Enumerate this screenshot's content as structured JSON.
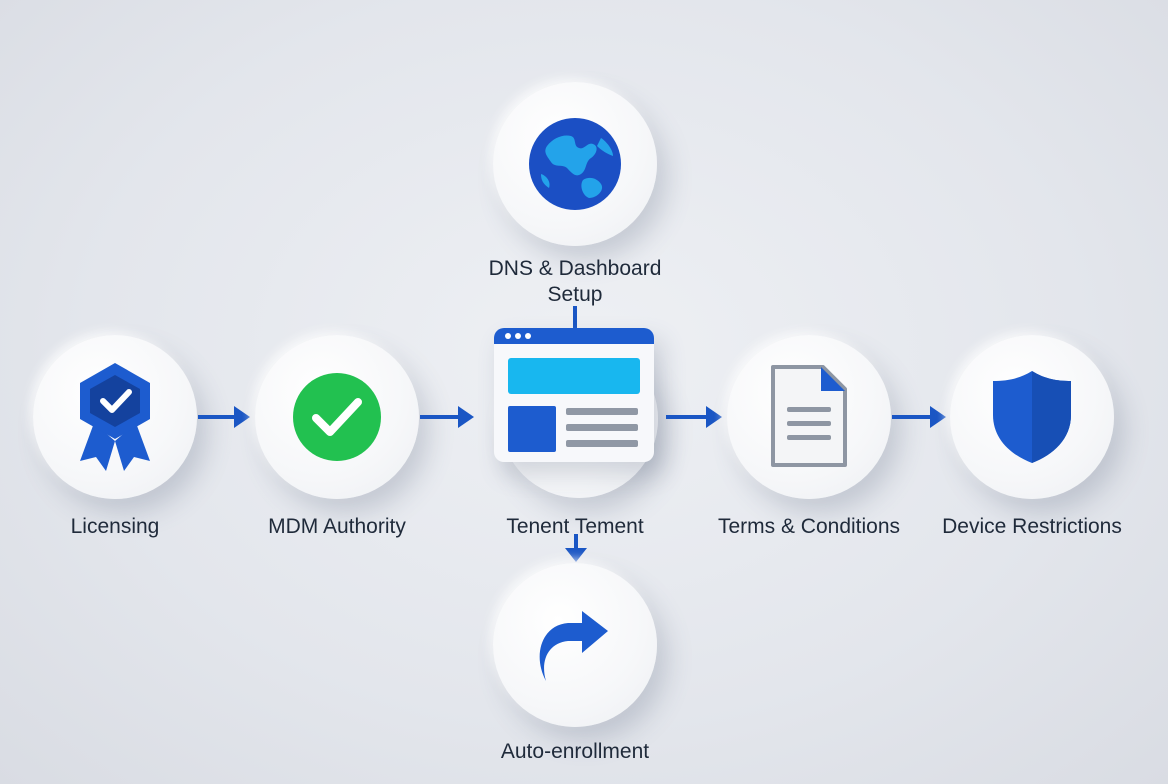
{
  "diagram": {
    "nodes": {
      "dns": {
        "label_line1": "DNS & Dashboard",
        "label_line2": "Setup",
        "icon": "globe-icon"
      },
      "licensing": {
        "label": "Licensing",
        "icon": "badge-check-icon"
      },
      "mdm": {
        "label": "MDM Authority",
        "icon": "checkmark-circle-icon"
      },
      "tenant": {
        "label": "Tenent Tement",
        "icon": "browser-window-icon"
      },
      "terms": {
        "label": "Terms & Conditions",
        "icon": "document-icon"
      },
      "device": {
        "label": "Device Restrictions",
        "icon": "shield-icon"
      },
      "auto": {
        "label": "Auto-enrollment",
        "icon": "redirect-arrow-icon"
      }
    },
    "colors": {
      "arrow": "#1a56c4",
      "primary_blue": "#1d5ccf",
      "light_blue": "#18b7ef",
      "green": "#22c150",
      "gray": "#8e96a3",
      "text": "#1f2a3a"
    }
  }
}
